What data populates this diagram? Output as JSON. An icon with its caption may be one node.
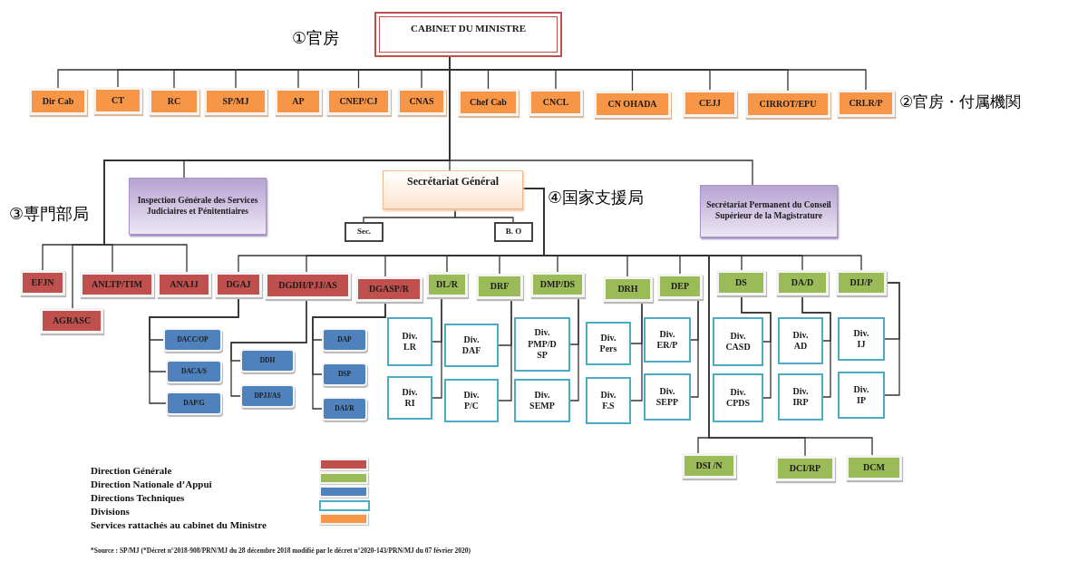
{
  "diagram": {
    "caption": "*Source : SP/MJ (*Décret n°2018-908/PRN/MJ du 28 décembre 2018 modifié par le décret n°2020-143/PRN/MJ du 07 février 2020)",
    "nodes": [
      {
        "text": [
          "CABINET DU MINISTRE"
        ]
      },
      {
        "text": [
          "Dir Cab"
        ]
      },
      {
        "text": [
          "CT"
        ]
      },
      {
        "text": [
          "RC"
        ]
      },
      {
        "text": [
          "SP/MJ"
        ]
      },
      {
        "text": [
          "AP"
        ]
      },
      {
        "text": [
          "CNEP/CJ"
        ]
      },
      {
        "text": [
          "CNAS"
        ]
      },
      {
        "text": [
          "Chef Cab"
        ]
      },
      {
        "text": [
          "CNCL"
        ]
      },
      {
        "text": [
          "CN OHADA"
        ]
      },
      {
        "text": [
          "CEJJ"
        ]
      },
      {
        "text": [
          "CIRROT/EPU"
        ]
      },
      {
        "text": [
          "CRLR/P"
        ]
      },
      {
        "text": [
          "Inspection Générale des Services Judiciaires et Pénitentiaires"
        ]
      },
      {
        "text": [
          "Secrétariat Général"
        ]
      },
      {
        "text": [
          "Secrétariat Permanent du Conseil Supérieur de la Magistrature"
        ]
      },
      {
        "text": [
          "Sec."
        ]
      },
      {
        "text": [
          "B. O"
        ]
      },
      {
        "text": [
          "EFJN"
        ]
      },
      {
        "text": [
          "AGRASC"
        ]
      },
      {
        "text": [
          "ANLTP/TIM"
        ]
      },
      {
        "text": [
          "ANAJJ"
        ]
      },
      {
        "text": [
          "DGAJ"
        ]
      },
      {
        "text": [
          "DGDH/PJJ/AS"
        ]
      },
      {
        "text": [
          "DGASP/R"
        ]
      },
      {
        "text": [
          "DL/R"
        ]
      },
      {
        "text": [
          "DRF"
        ]
      },
      {
        "text": [
          "DMP/DS"
        ]
      },
      {
        "text": [
          "DRH"
        ]
      },
      {
        "text": [
          "DEP"
        ]
      },
      {
        "text": [
          "DS"
        ]
      },
      {
        "text": [
          "DA/D"
        ]
      },
      {
        "text": [
          "DIJ/P"
        ]
      },
      {
        "text": [
          "DACC/OP"
        ]
      },
      {
        "text": [
          "DACA/S"
        ]
      },
      {
        "text": [
          "DAP/G"
        ]
      },
      {
        "text": [
          "DDH"
        ]
      },
      {
        "text": [
          "DPJJ/AS"
        ]
      },
      {
        "text": [
          "DAP"
        ]
      },
      {
        "text": [
          "DSP"
        ]
      },
      {
        "text": [
          "DAI/R"
        ]
      },
      {
        "text": [
          "Div. LR"
        ]
      },
      {
        "text": [
          "Div. RI"
        ]
      },
      {
        "text": [
          "Div. DAF"
        ]
      },
      {
        "text": [
          "Div. P/C"
        ]
      },
      {
        "text": [
          "Div. PMP/D SP"
        ]
      },
      {
        "text": [
          "Div. SEMP"
        ]
      },
      {
        "text": [
          "Div. Pers"
        ]
      },
      {
        "text": [
          "Div. F.S"
        ]
      },
      {
        "text": [
          "Div. ER/P"
        ]
      },
      {
        "text": [
          "Div. SEPP"
        ]
      },
      {
        "text": [
          "Div. CASD"
        ]
      },
      {
        "text": [
          "Div. CPDS"
        ]
      },
      {
        "text": [
          "Div. AD"
        ]
      },
      {
        "text": [
          "Div. IRP"
        ]
      },
      {
        "text": [
          "Div. IJ"
        ]
      },
      {
        "text": [
          "Div. IP"
        ]
      },
      {
        "text": [
          "DSI /N"
        ]
      },
      {
        "text": [
          "DCI/RP"
        ]
      },
      {
        "text": [
          "DCM"
        ]
      }
    ],
    "edges": [
      {
        "from": 0,
        "to": 1,
        "arrow": "none"
      },
      {
        "from": 0,
        "to": 2,
        "arrow": "none"
      },
      {
        "from": 0,
        "to": 3,
        "arrow": "none"
      },
      {
        "from": 0,
        "to": 4,
        "arrow": "none"
      },
      {
        "from": 0,
        "to": 5,
        "arrow": "none"
      },
      {
        "from": 0,
        "to": 6,
        "arrow": "none"
      },
      {
        "from": 0,
        "to": 7,
        "arrow": "none"
      },
      {
        "from": 0,
        "to": 8,
        "arrow": "none"
      },
      {
        "from": 0,
        "to": 9,
        "arrow": "none"
      },
      {
        "from": 0,
        "to": 10,
        "arrow": "none"
      },
      {
        "from": 0,
        "to": 11,
        "arrow": "none"
      },
      {
        "from": 0,
        "to": 12,
        "arrow": "none"
      },
      {
        "from": 0,
        "to": 13,
        "arrow": "none"
      },
      {
        "from": 0,
        "to": 14,
        "arrow": "none"
      },
      {
        "from": 0,
        "to": 15,
        "arrow": "none"
      },
      {
        "from": 0,
        "to": 16,
        "arrow": "none"
      },
      {
        "from": 15,
        "to": 17,
        "arrow": "none"
      },
      {
        "from": 15,
        "to": 18,
        "arrow": "none"
      },
      {
        "from": 0,
        "to": 19,
        "arrow": "none"
      },
      {
        "from": 0,
        "to": 20,
        "arrow": "none"
      },
      {
        "from": 0,
        "to": 21,
        "arrow": "none"
      },
      {
        "from": 0,
        "to": 22,
        "arrow": "none"
      },
      {
        "from": 15,
        "to": 23,
        "arrow": "none"
      },
      {
        "from": 15,
        "to": 24,
        "arrow": "none"
      },
      {
        "from": 15,
        "to": 25,
        "arrow": "none"
      },
      {
        "from": 15,
        "to": 26,
        "arrow": "none"
      },
      {
        "from": 15,
        "to": 27,
        "arrow": "none"
      },
      {
        "from": 15,
        "to": 28,
        "arrow": "none"
      },
      {
        "from": 15,
        "to": 29,
        "arrow": "none"
      },
      {
        "from": 15,
        "to": 30,
        "arrow": "none"
      },
      {
        "from": 15,
        "to": 31,
        "arrow": "none"
      },
      {
        "from": 15,
        "to": 32,
        "arrow": "none"
      },
      {
        "from": 15,
        "to": 33,
        "arrow": "none"
      },
      {
        "from": 23,
        "to": 34,
        "arrow": "none"
      },
      {
        "from": 23,
        "to": 35,
        "arrow": "none"
      },
      {
        "from": 23,
        "to": 36,
        "arrow": "none"
      },
      {
        "from": 24,
        "to": 37,
        "arrow": "none"
      },
      {
        "from": 24,
        "to": 38,
        "arrow": "none"
      },
      {
        "from": 25,
        "to": 39,
        "arrow": "none"
      },
      {
        "from": 25,
        "to": 40,
        "arrow": "none"
      },
      {
        "from": 25,
        "to": 41,
        "arrow": "none"
      },
      {
        "from": 26,
        "to": 42,
        "arrow": "none"
      },
      {
        "from": 26,
        "to": 43,
        "arrow": "none"
      },
      {
        "from": 27,
        "to": 44,
        "arrow": "none"
      },
      {
        "from": 27,
        "to": 45,
        "arrow": "none"
      },
      {
        "from": 28,
        "to": 46,
        "arrow": "none"
      },
      {
        "from": 28,
        "to": 47,
        "arrow": "none"
      },
      {
        "from": 29,
        "to": 48,
        "arrow": "none"
      },
      {
        "from": 29,
        "to": 49,
        "arrow": "none"
      },
      {
        "from": 30,
        "to": 50,
        "arrow": "none"
      },
      {
        "from": 30,
        "to": 51,
        "arrow": "none"
      },
      {
        "from": 31,
        "to": 52,
        "arrow": "none"
      },
      {
        "from": 31,
        "to": 53,
        "arrow": "none"
      },
      {
        "from": 32,
        "to": 54,
        "arrow": "none"
      },
      {
        "from": 32,
        "to": 55,
        "arrow": "none"
      },
      {
        "from": 33,
        "to": 56,
        "arrow": "none"
      },
      {
        "from": 33,
        "to": 57,
        "arrow": "none"
      },
      {
        "from": 15,
        "to": 58,
        "arrow": "none"
      },
      {
        "from": 15,
        "to": 59,
        "arrow": "none"
      },
      {
        "from": 15,
        "to": 60,
        "arrow": "none"
      }
    ],
    "labels": [
      "①官房",
      "②官房・付属機関",
      "③専門部局",
      "④国家支援局"
    ],
    "legend": [
      {
        "text": "Direction Générale",
        "color": "#c0504d"
      },
      {
        "text": "Direction Nationale d’Appui",
        "color": "#9bbb59"
      },
      {
        "text": "Directions Techniques",
        "color": "#4f81bd"
      },
      {
        "text": "Divisions"
      },
      {
        "text": "Services rattachés au cabinet du Ministre",
        "color": "#f79646"
      }
    ]
  }
}
